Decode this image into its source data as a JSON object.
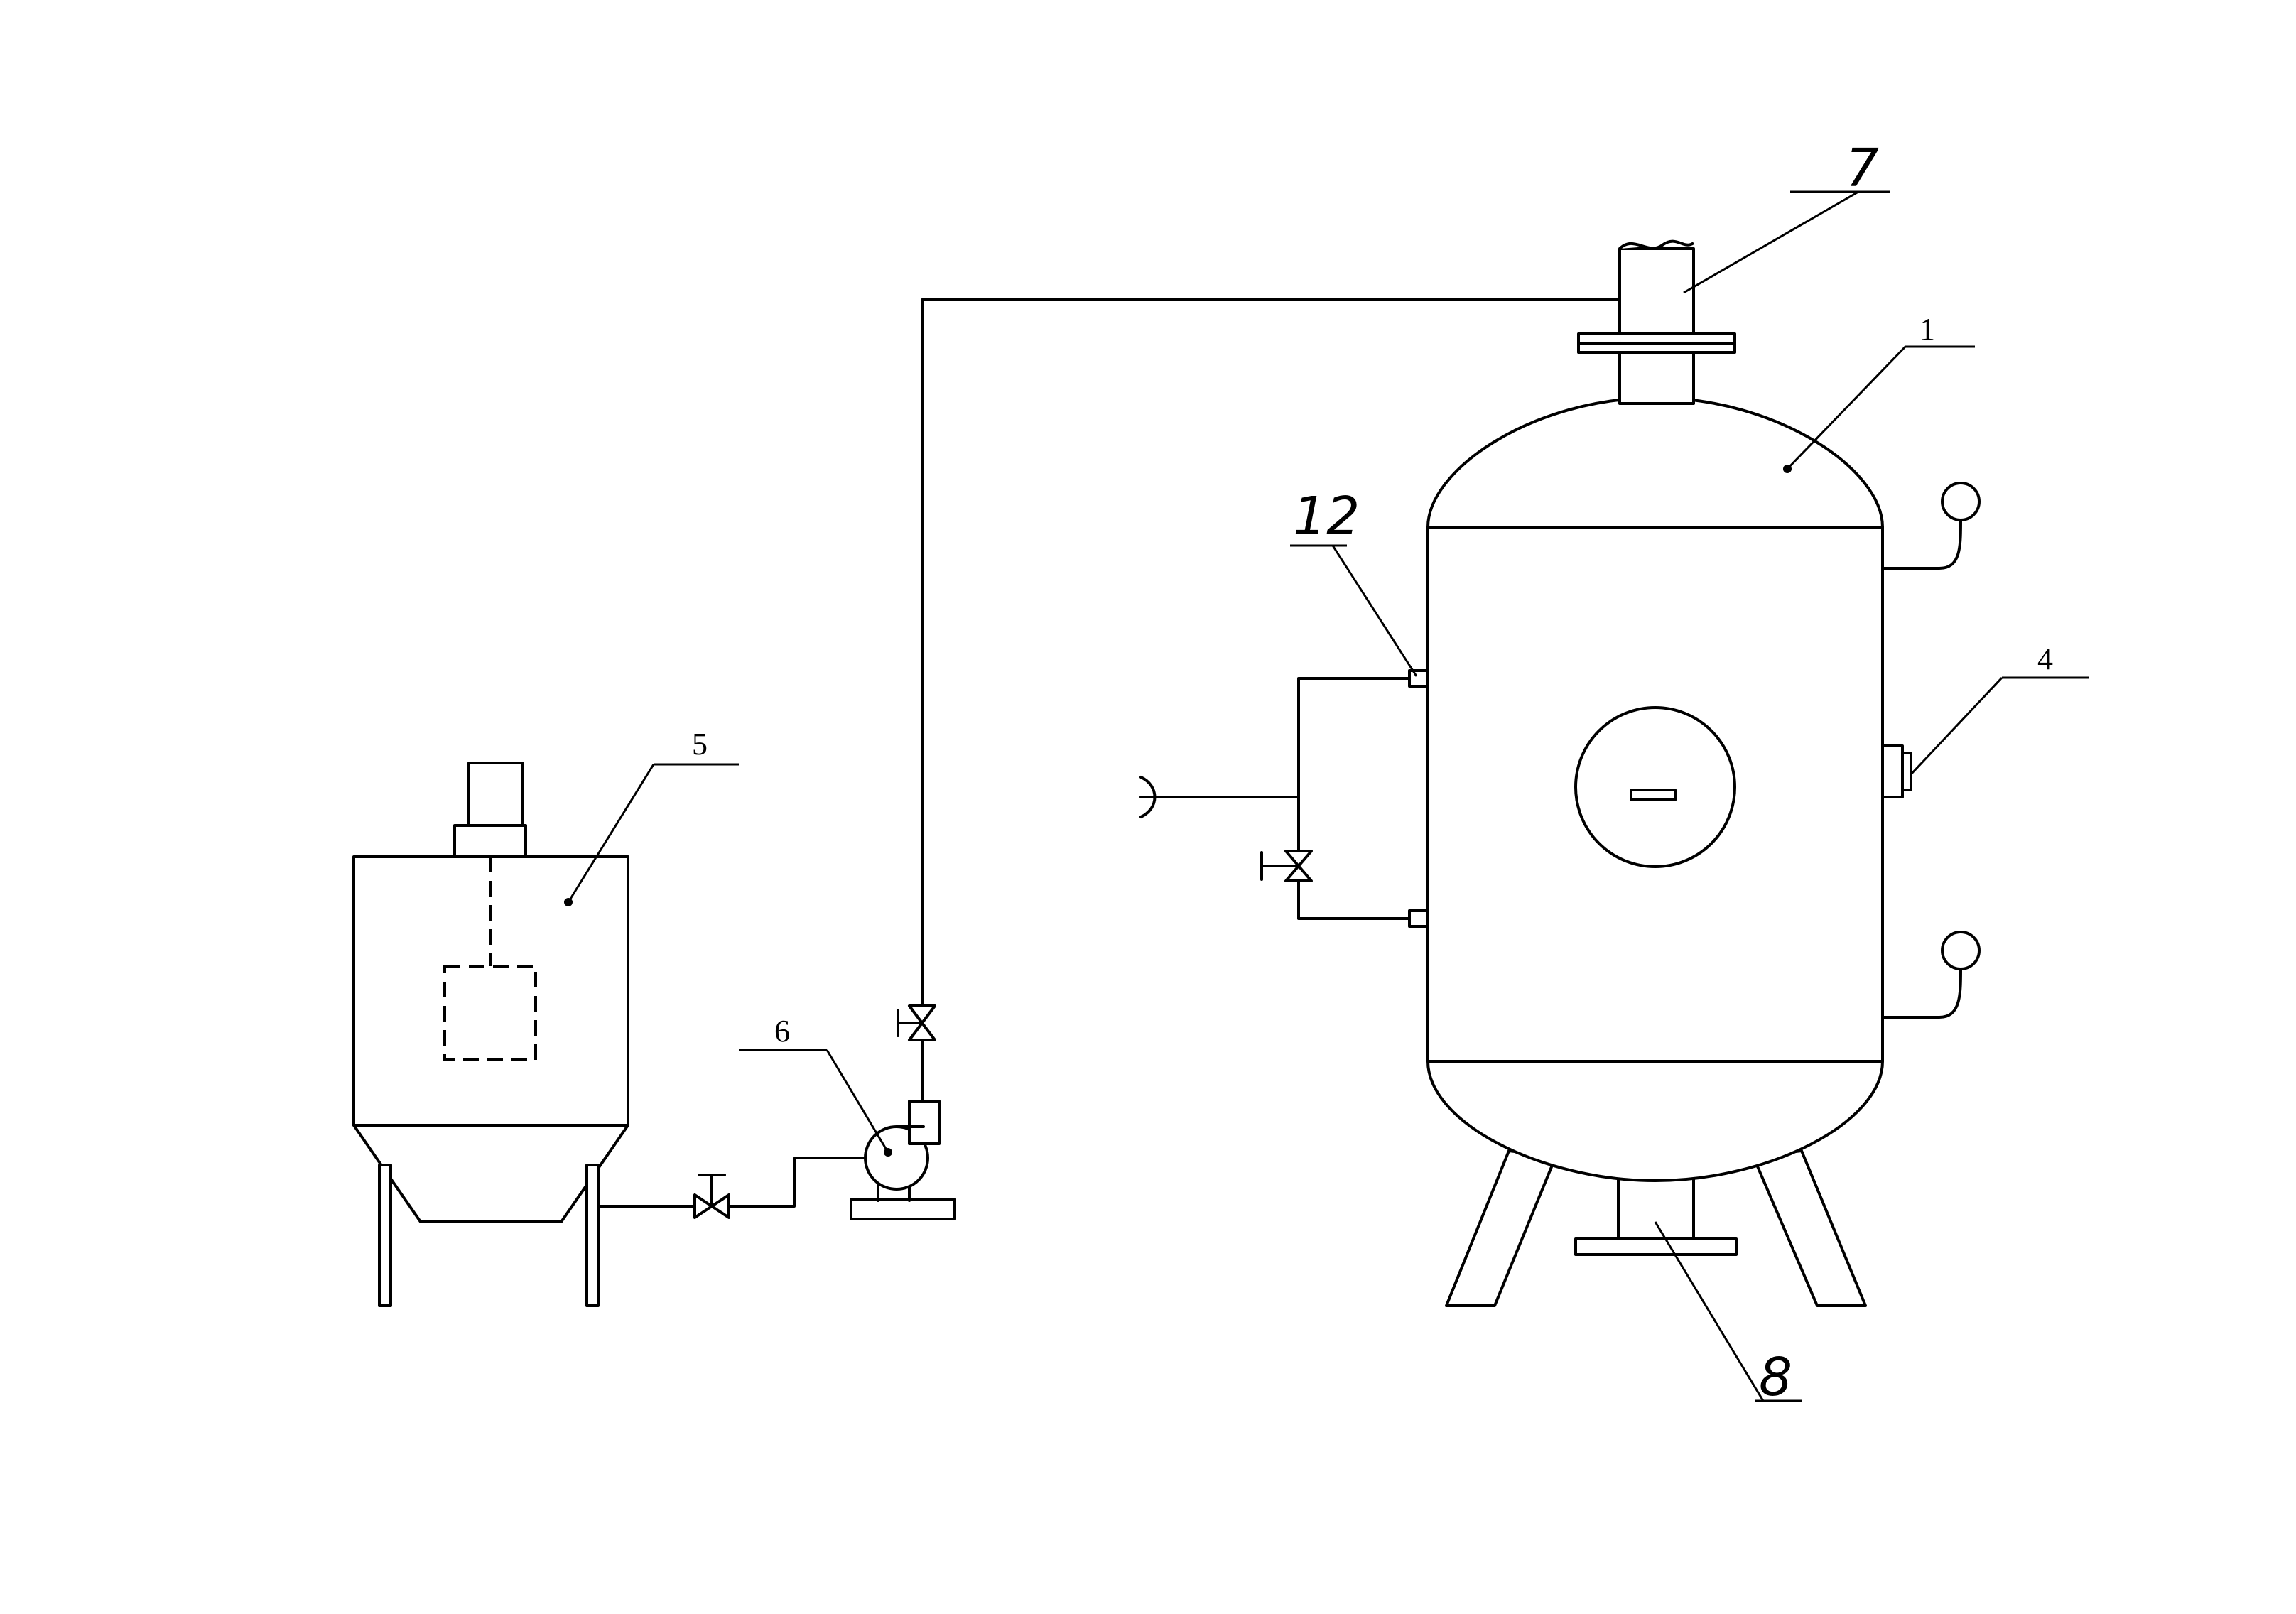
{
  "labels": {
    "vessel": "1",
    "sight_glass": "4",
    "mixing_tank": "5",
    "pump": "6",
    "top_pipe": "7",
    "bottom_outlet": "8",
    "side_nozzle": "12"
  },
  "colors": {
    "line": "#000000",
    "background": "#ffffff"
  }
}
